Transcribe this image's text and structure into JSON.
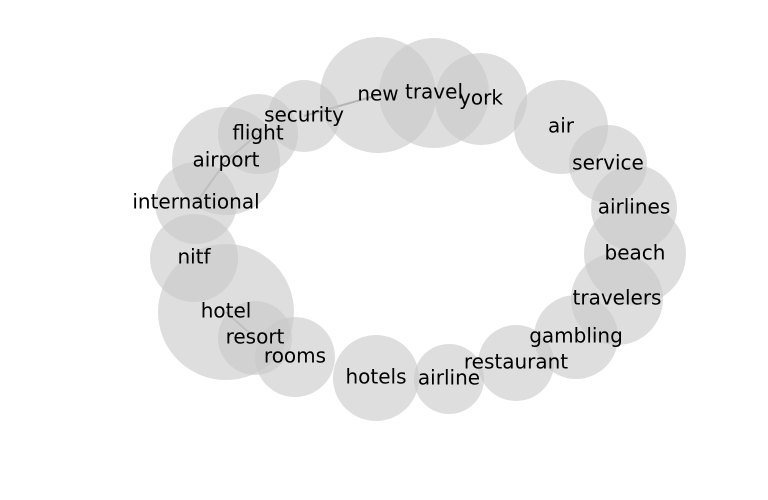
{
  "diagram": {
    "nodes": [
      {
        "id": "new",
        "label": "new"
      },
      {
        "id": "travel",
        "label": "travel"
      },
      {
        "id": "york",
        "label": "york"
      },
      {
        "id": "air",
        "label": "air"
      },
      {
        "id": "service",
        "label": "service"
      },
      {
        "id": "airlines",
        "label": "airlines"
      },
      {
        "id": "beach",
        "label": "beach"
      },
      {
        "id": "travelers",
        "label": "travelers"
      },
      {
        "id": "gambling",
        "label": "gambling"
      },
      {
        "id": "restaurant",
        "label": "restaurant"
      },
      {
        "id": "airline",
        "label": "airline"
      },
      {
        "id": "hotels",
        "label": "hotels"
      },
      {
        "id": "rooms",
        "label": "rooms"
      },
      {
        "id": "resort",
        "label": "resort"
      },
      {
        "id": "hotel",
        "label": "hotel"
      },
      {
        "id": "nitf",
        "label": "nitf"
      },
      {
        "id": "international",
        "label": "international"
      },
      {
        "id": "airport",
        "label": "airport"
      },
      {
        "id": "flight",
        "label": "flight"
      },
      {
        "id": "security",
        "label": "security"
      }
    ],
    "edges": [
      {
        "from": "security",
        "to": "new"
      },
      {
        "from": "flight",
        "to": "airport"
      },
      {
        "from": "airport",
        "to": "international"
      },
      {
        "from": "hotel",
        "to": "resort"
      }
    ],
    "colors": {
      "node_fill": "#c8c8c8",
      "edge": "#808080",
      "label": "#000000"
    }
  }
}
